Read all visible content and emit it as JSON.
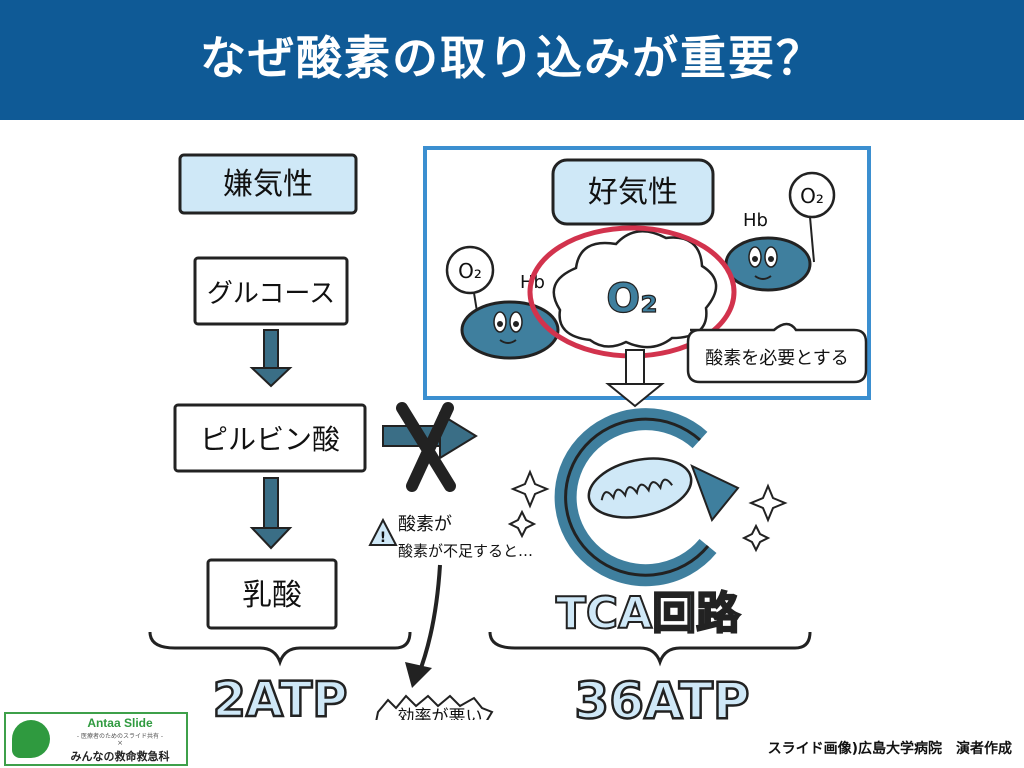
{
  "header": {
    "title": "なぜ酸素の取り込みが重要？"
  },
  "anaerobic": {
    "label": "嫌気性",
    "steps": [
      "グルコース",
      "ピルビン酸",
      "乳酸"
    ],
    "warning": "酸素が不足すると…",
    "result": "2ATP",
    "efficiency_note": "効率が悪い"
  },
  "aerobic": {
    "label": "好気性",
    "o2": "O₂",
    "hb": "Hb",
    "requirement": "酸素を必要とする",
    "cycle": "TCA回路",
    "result": "36ATP"
  },
  "footer": {
    "credit": "スライド画像)広島大学病院　演者作成"
  },
  "logo": {
    "title": "Antaa Slide",
    "subtitle": "- 医療者のためのスライド共有 -",
    "cross": "×",
    "name": "みんなの救命救急科"
  },
  "colors": {
    "header": "#0f5a96",
    "box_fill": "#cfe8f7",
    "arrow": "#3a6e86",
    "highlight_circle": "#d2334d",
    "panel_border": "#3b8fd0"
  }
}
